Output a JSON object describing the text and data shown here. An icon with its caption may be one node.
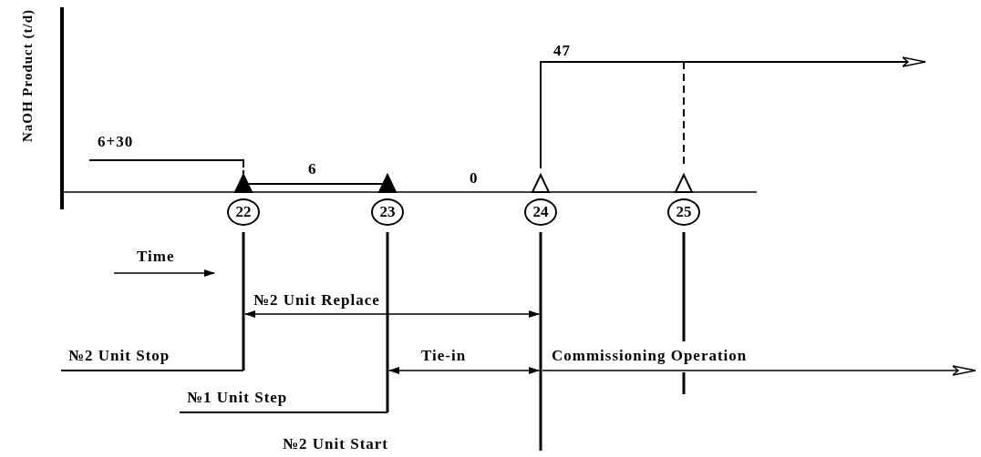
{
  "diagram": {
    "labels": [
      "NaOH Product (t/d)",
      "47",
      "6+30",
      "6",
      "0",
      "22",
      "23",
      "24",
      "25",
      "Time",
      "№2 Unit Replace",
      "№2 Unit Stop",
      "Tie-in",
      "Commissioning Operation",
      "№1 Unit Step",
      "№2 Unit Start"
    ]
  }
}
